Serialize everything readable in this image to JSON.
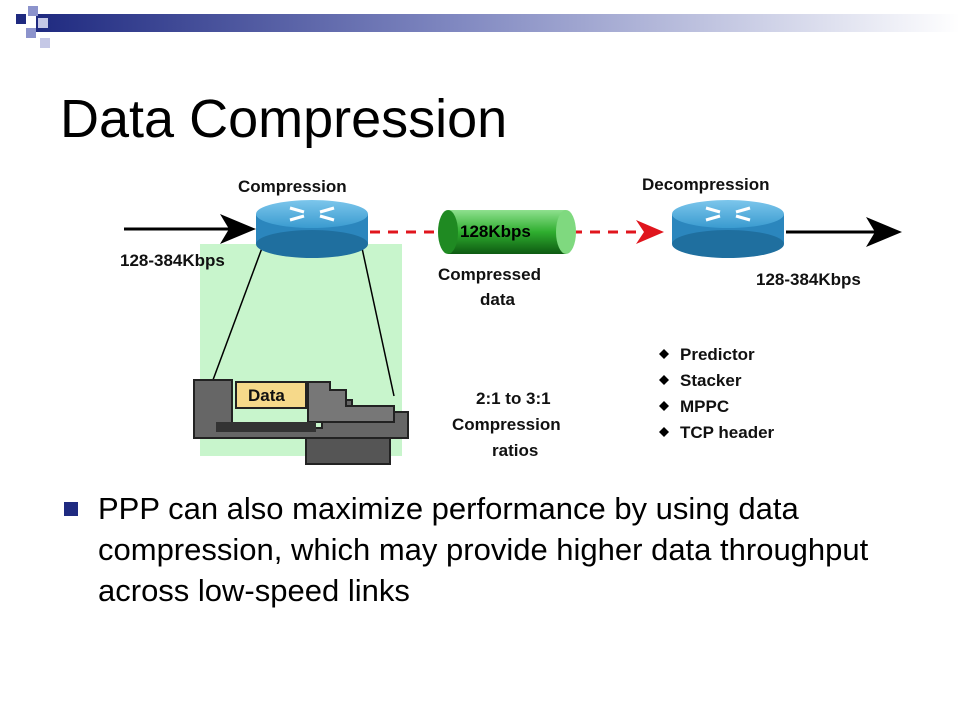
{
  "slide": {
    "title": "Data Compression",
    "bullet": "PPP can also maximize performance by using data compression, which may provide higher data throughput across low-speed links"
  },
  "diagram": {
    "compression_label": "Compression",
    "decompression_label": "Decompression",
    "input_rate": "128-384Kbps",
    "output_rate": "128-384Kbps",
    "link_rate": "128Kbps",
    "compressed_line1": "Compressed",
    "compressed_line2": "data",
    "data_label": "Data",
    "ratio_line1": "2:1 to 3:1",
    "ratio_line2": "Compression",
    "ratio_line3": "ratios",
    "algorithms": [
      "Predictor",
      "Stacker",
      "MPPC",
      "TCP header"
    ]
  },
  "colors": {
    "accent": "#1f2a80",
    "router": "#3a9bd0",
    "link_dash": "#e0151d",
    "pipe": "#2fae2f",
    "area": "#c8f5cc",
    "data_box": "#f6d98a",
    "vise": "#6b6b6b"
  }
}
